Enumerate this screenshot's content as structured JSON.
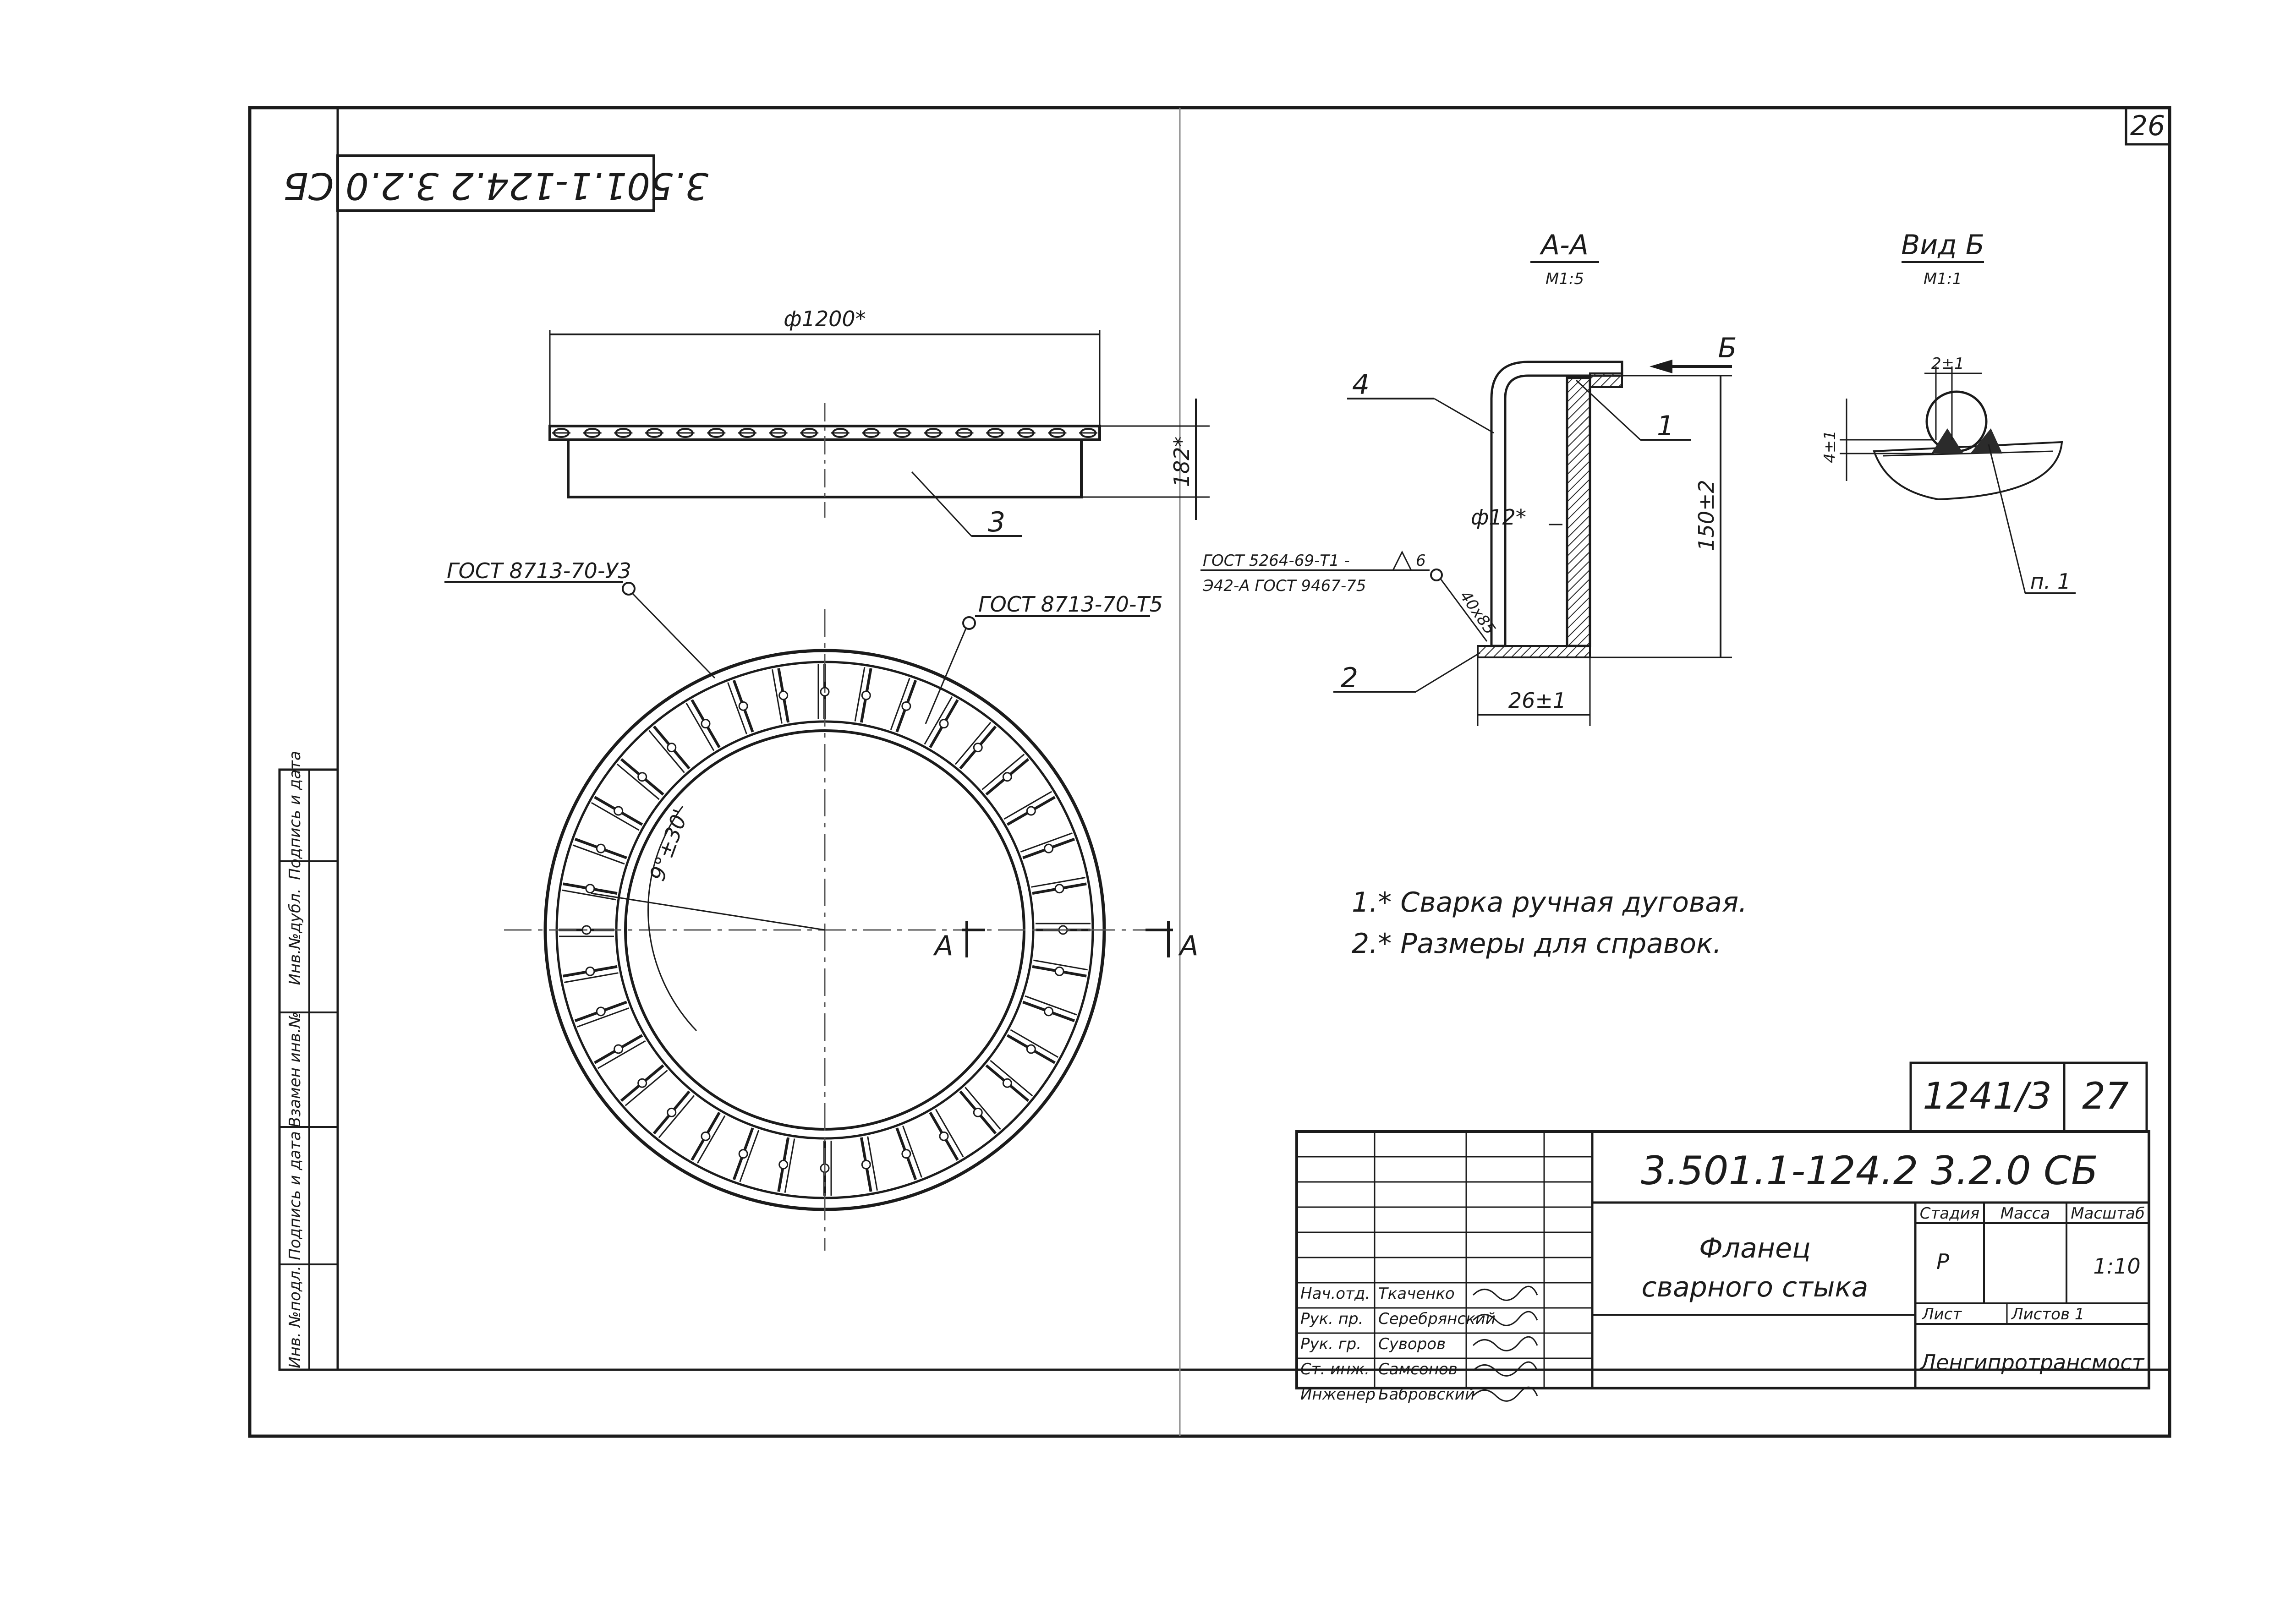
{
  "sheet": {
    "sheet_number": "26",
    "stamp_code": "3.501.1-124.2 3.2.0 СБ",
    "side_labels": [
      "Инв. №подл.",
      "Подпись и дата",
      "Взамен инв.№",
      "Инв.№дубл.",
      "Подпись и дата"
    ]
  },
  "plan_view": {
    "diameter_dim": "ф1200*",
    "height_dim": "182*",
    "callout_3": "3",
    "weld_std_left": "ГОСТ 8713-70-У3",
    "weld_std_right": "ГОСТ 8713-70-Т5",
    "angle_dim": "9°±30'",
    "section_mark_left": "А",
    "section_mark_right": "А",
    "bracket_count": 36
  },
  "section_aa": {
    "title": "А-А",
    "scale": "М1:5",
    "callout_1": "1",
    "callout_2": "2",
    "callout_4": "4",
    "view_arrow": "Б",
    "dim_phi": "ф12*",
    "dim_height": "150±2",
    "dim_width": "26±1",
    "weld_line1": "ГОСТ 5264-69-Т1 -",
    "weld_num": "6",
    "weld_line2": "Э42-А ГОСТ 9467-75",
    "weld_tag": "40x85"
  },
  "view_b": {
    "title": "Вид Б",
    "scale": "М1:1",
    "dim_top": "2±1",
    "dim_side": "4±1",
    "callout": "п. 1"
  },
  "notes": [
    "1.* Сварка ручная дуговая.",
    "2.* Размеры для справок."
  ],
  "title_block": {
    "album": "1241/3",
    "page": "27",
    "code": "3.501.1-124.2 3.2.0 СБ",
    "name_line1": "Фланец",
    "name_line2": "сварного стыка",
    "stage_label": "Стадия",
    "mass_label": "Масса",
    "scale_label": "Масштаб",
    "stage_value": "Р",
    "scale_value": "1:10",
    "sheet_label": "Лист",
    "sheets_label": "Листов 1",
    "org": "Ленгипротрансмост",
    "staff": [
      {
        "role": "Нач.отд.",
        "name": "Ткаченко"
      },
      {
        "role": "Рук. пр.",
        "name": "Серебрянский"
      },
      {
        "role": "Рук. гр.",
        "name": "Суворов"
      },
      {
        "role": "Ст. инж.",
        "name": "Самсонов"
      },
      {
        "role": "Инженер",
        "name": "Бабровский"
      }
    ]
  },
  "colors": {
    "ink": "#1b1b1b",
    "paper": "#ffffff",
    "hatch": "#2b2b2b"
  }
}
